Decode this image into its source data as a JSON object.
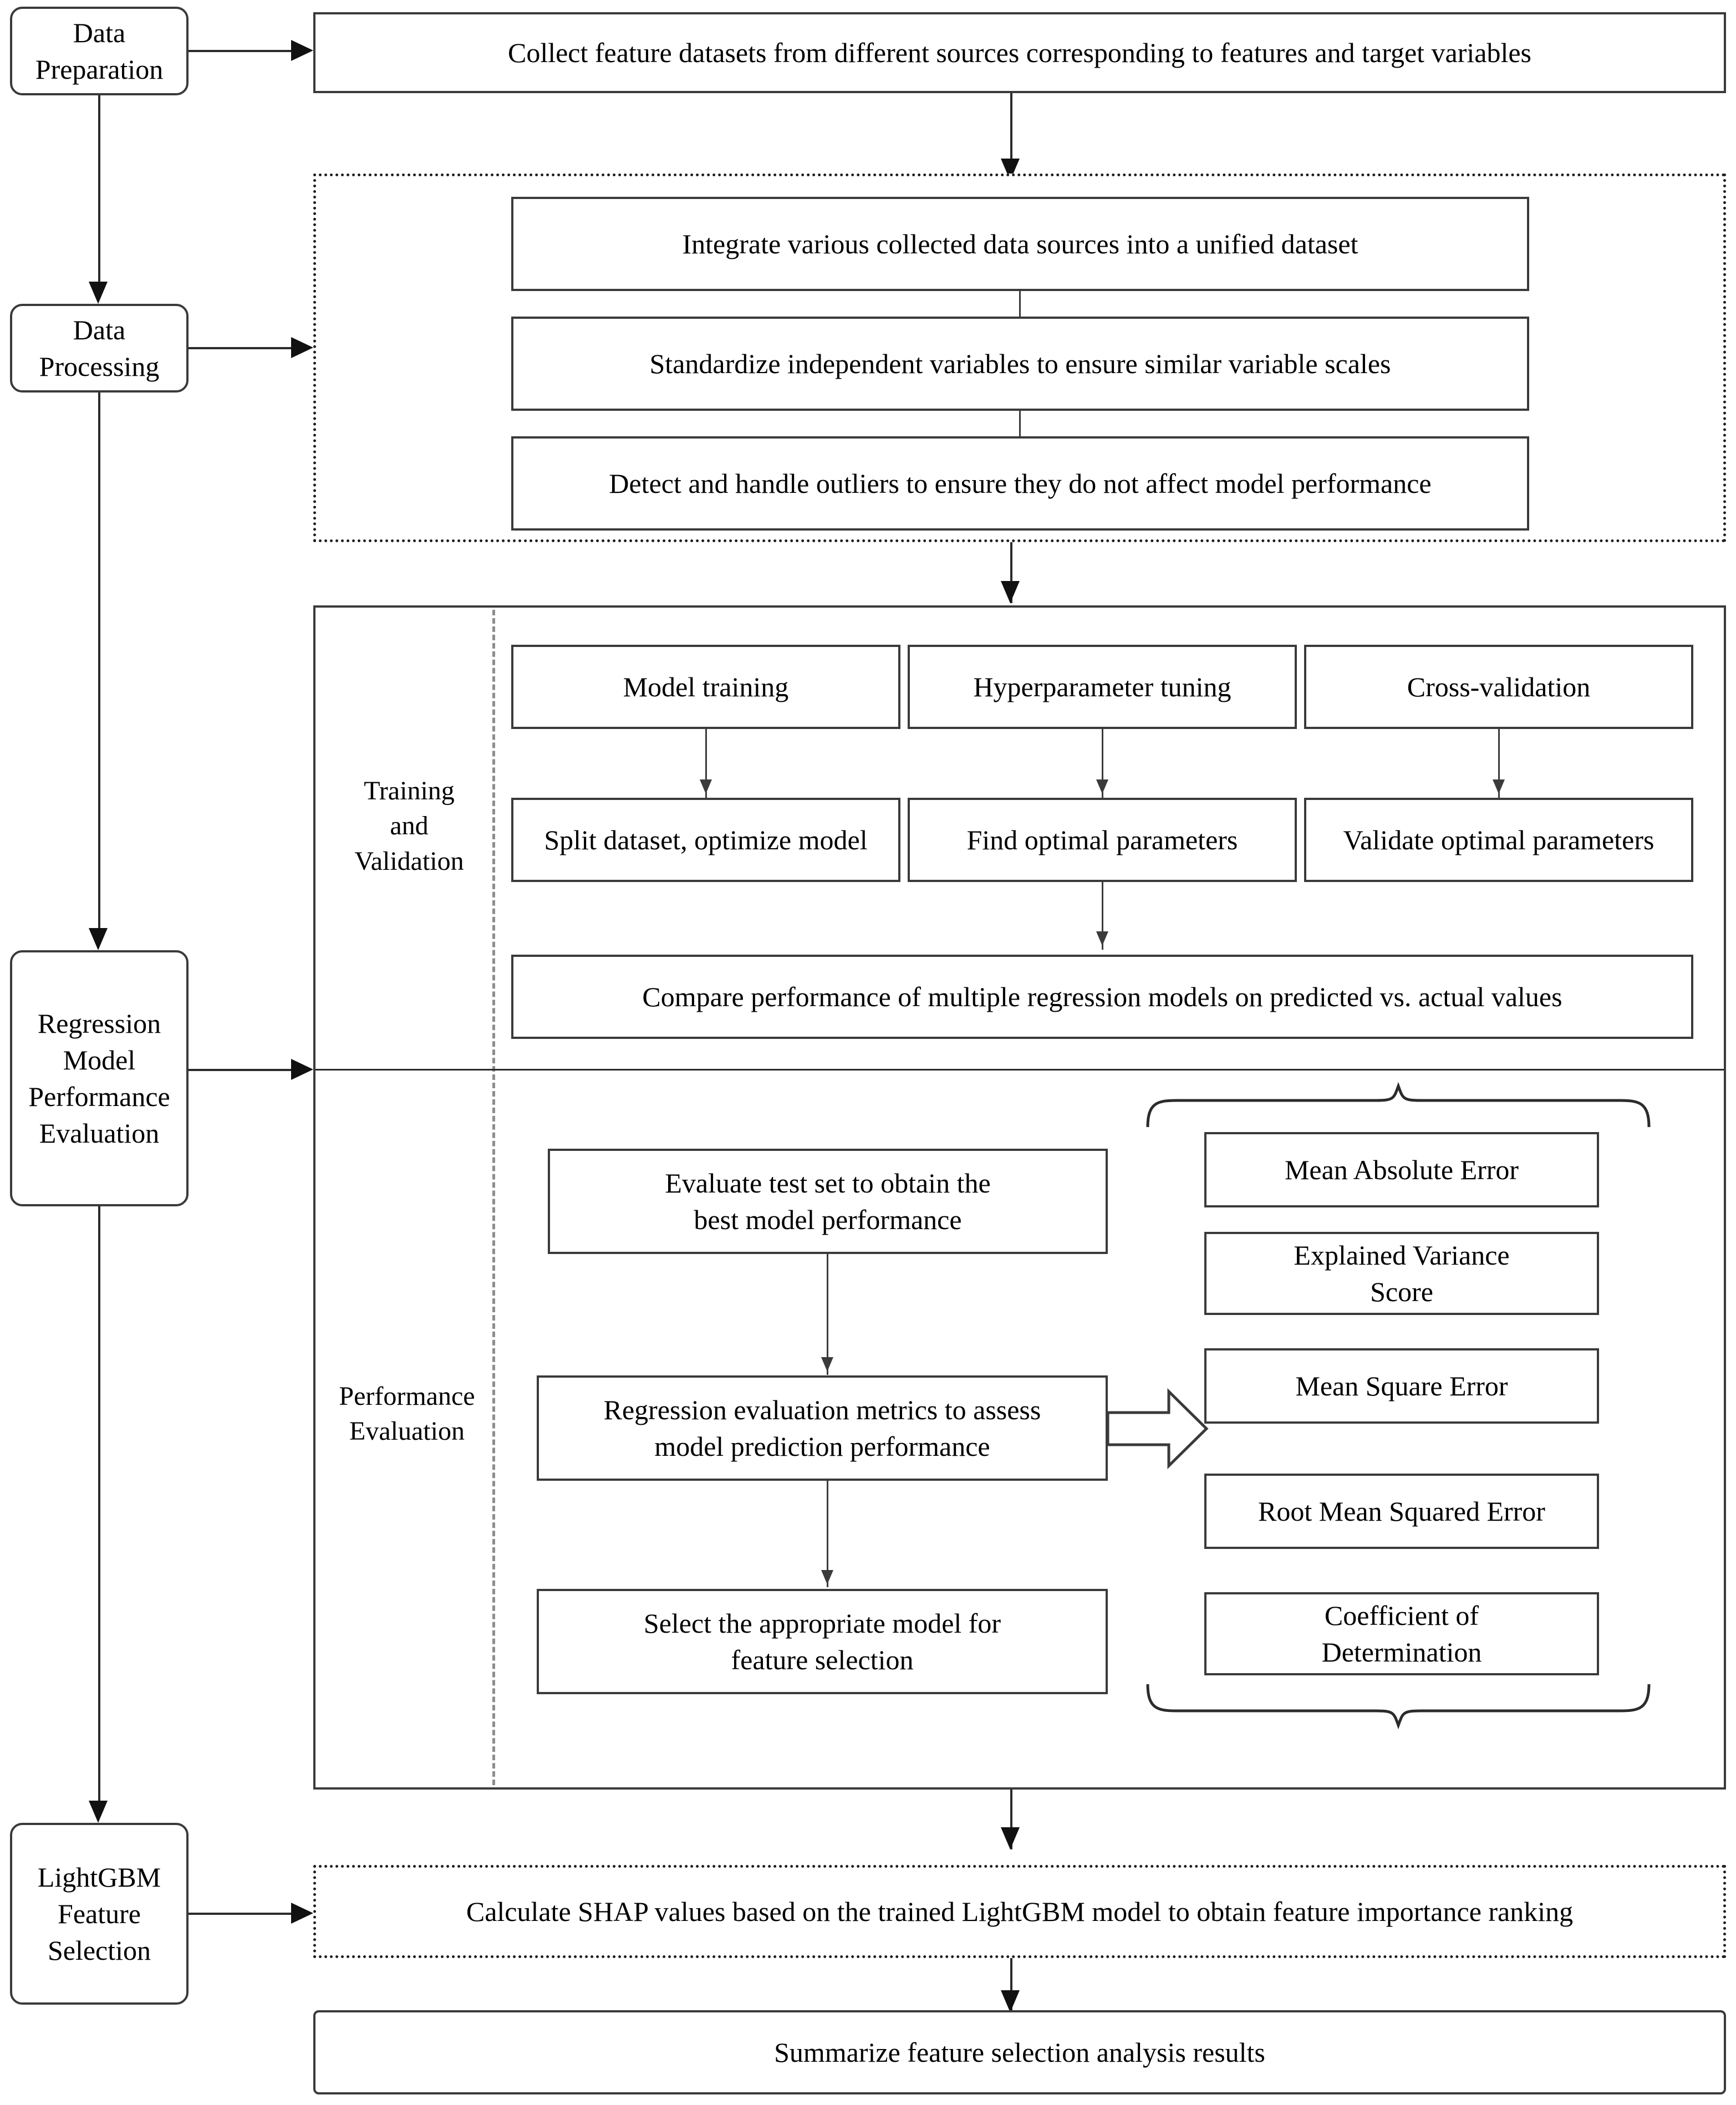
{
  "stages": {
    "data_preparation": "Data\nPreparation",
    "data_processing": "Data\nProcessing",
    "regression_eval": "Regression\nModel\nPerformance\nEvaluation",
    "lightgbm": "LightGBM\nFeature\nSelection"
  },
  "steps": {
    "collect": "Collect feature datasets from different sources corresponding to features and target variables",
    "integrate": "Integrate various collected data sources into a unified dataset",
    "standardize": "Standardize independent variables to ensure similar variable scales",
    "outliers": "Detect and handle outliers to ensure they do not affect model performance",
    "compare": "Compare performance of multiple regression models on predicted vs. actual values",
    "shap": "Calculate SHAP values based on the trained LightGBM model to obtain feature importance ranking",
    "summarize": "Summarize feature selection analysis results"
  },
  "panel_labels": {
    "training_validation": "Training\nand\nValidation",
    "performance_evaluation": "Performance\nEvaluation"
  },
  "training_row_top": [
    "Model training",
    "Hyperparameter tuning",
    "Cross-validation"
  ],
  "training_row_bottom": [
    "Split dataset, optimize model",
    "Find optimal parameters",
    "Validate optimal parameters"
  ],
  "evaluation_chain": [
    "Evaluate test set to obtain the\nbest model performance",
    "Regression evaluation metrics to assess\nmodel prediction performance",
    "Select the appropriate model for\nfeature selection"
  ],
  "metrics": [
    "Mean Absolute Error",
    "Explained Variance\nScore",
    "Mean Square Error",
    "Root Mean Squared Error",
    "Coefficient of\nDetermination"
  ],
  "colors": {
    "box_border": "#3a3a3a",
    "line": "#2b2b2b",
    "dash_divider": "#8d8d8d",
    "background": "#ffffff"
  }
}
